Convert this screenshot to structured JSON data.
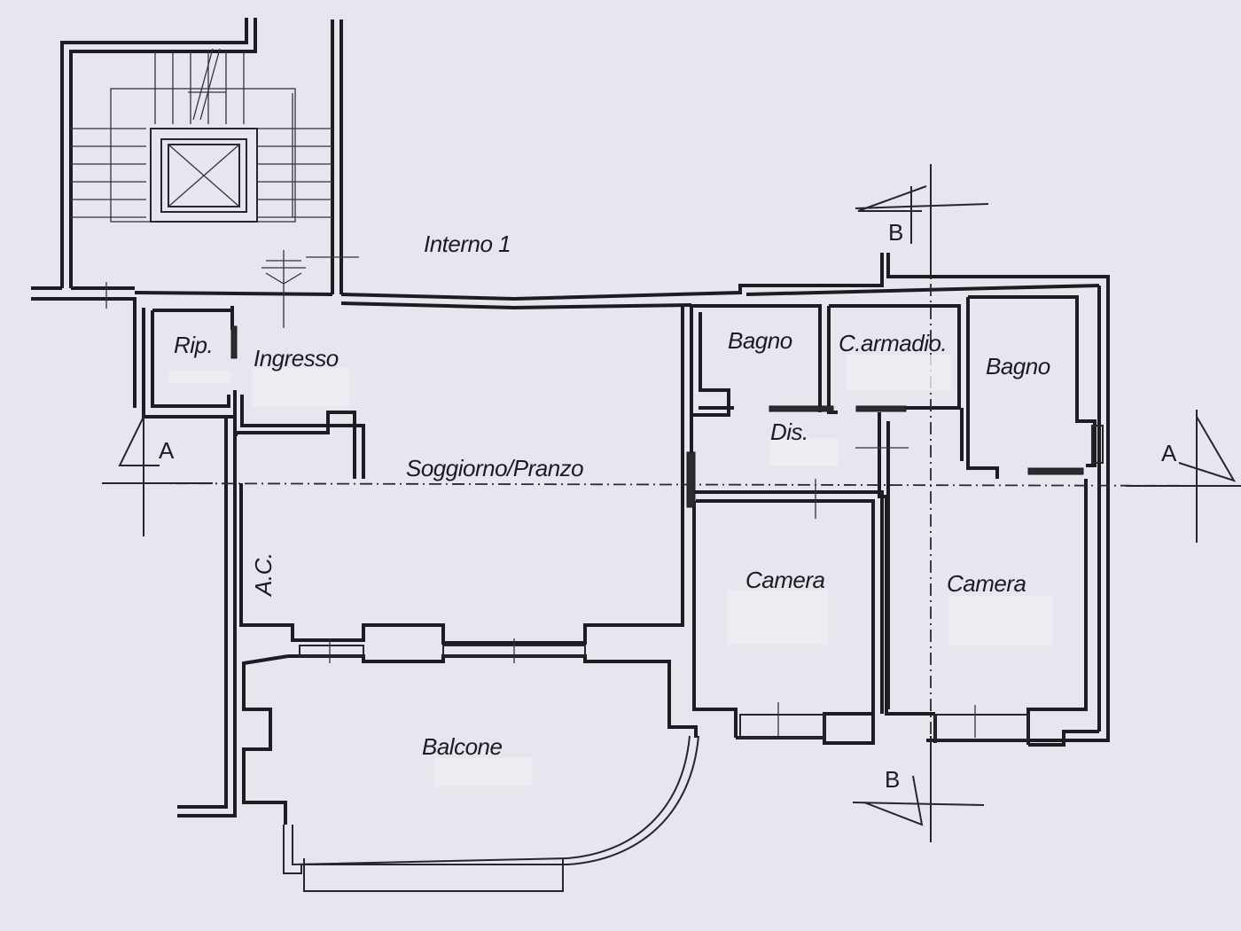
{
  "plan": {
    "rooms": {
      "interno": "Interno 1",
      "ripostiglio": "Rip.",
      "ingresso": "Ingresso",
      "bagno_1": "Bagno",
      "cabina_armadio": "C.armadio.",
      "bagno_2": "Bagno",
      "disimpegno": "Dis.",
      "soggiorno": "Soggiorno/Pranzo",
      "aria_condizionata": "A.C.",
      "camera_1": "Camera",
      "camera_2": "Camera",
      "balcone": "Balcone"
    },
    "section_markers": {
      "a_left": "A",
      "a_right": "A",
      "b_top": "B",
      "b_bottom": "B"
    }
  }
}
